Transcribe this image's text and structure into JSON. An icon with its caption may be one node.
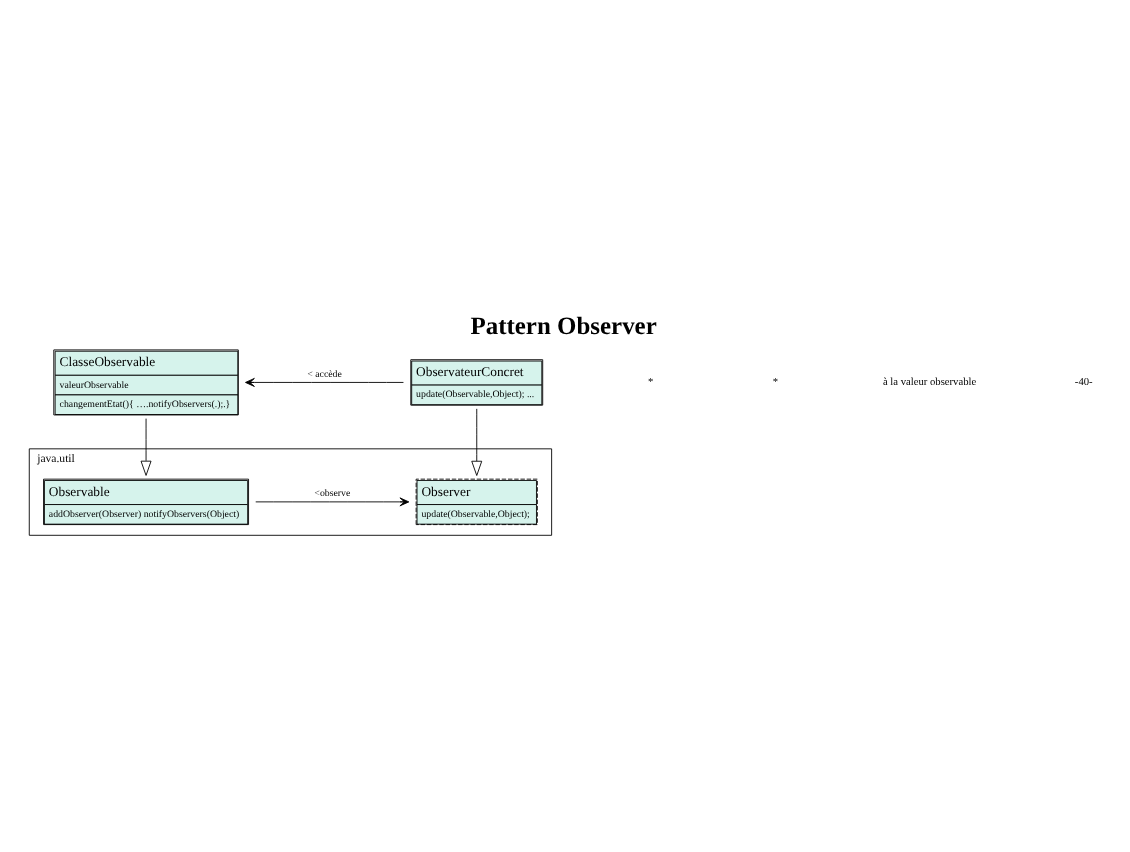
{
  "diagram": {
    "title": "Pattern Observer",
    "nodes": [
      {
        "text": [
          "java.util"
        ]
      },
      {
        "text": [
          "Observable",
          "addObserver(Observer) notifyObservers(Object)"
        ],
        "in": 0
      },
      {
        "text": [
          "Observer",
          "update(Observable,Object);"
        ],
        "in": 0
      },
      {
        "text": [
          "ClasseObservable",
          "valeurObservable",
          "changementEtat(){ ….notifyObservers(.);.}"
        ]
      },
      {
        "text": [
          "ObservateurConcret",
          "update(Observable,Object); ..."
        ]
      }
    ],
    "edges": [
      {
        "from": 1,
        "to": 2,
        "arrow": "to",
        "label": "<observe"
      },
      {
        "from": 3,
        "to": 1,
        "arrow": "to"
      },
      {
        "from": 4,
        "to": 2,
        "arrow": "to"
      },
      {
        "from": 4,
        "to": 3,
        "arrow": "to",
        "label": "< accède"
      }
    ],
    "labels": [
      "*",
      "*",
      "à la valeur observable",
      "-40-"
    ]
  }
}
